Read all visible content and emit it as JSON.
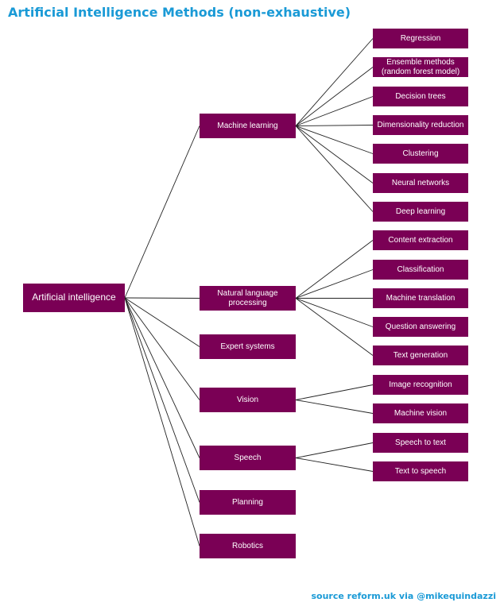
{
  "title": "Artificial Intelligence Methods (non-exhaustive)",
  "source": "source reform.uk via @mikequindazzi",
  "colors": {
    "node_fill": "#7a0055",
    "node_text": "#ffffff",
    "accent": "#1a9ad6",
    "edge": "#222222"
  },
  "root": {
    "label": "Artificial intelligence"
  },
  "branches": [
    {
      "label": "Machine learning",
      "children": [
        "Regression",
        "Ensemble methods\n(random forest model)",
        "Decision trees",
        "Dimensionality reduction",
        "Clustering",
        "Neural networks",
        "Deep learning"
      ]
    },
    {
      "label": "Natural language\nprocessing",
      "children": [
        "Content extraction",
        "Classification",
        "Machine translation",
        "Question answering",
        "Text generation"
      ]
    },
    {
      "label": "Expert systems",
      "children": []
    },
    {
      "label": "Vision",
      "children": [
        "Image recognition",
        "Machine vision"
      ]
    },
    {
      "label": "Speech",
      "children": [
        "Speech to text",
        "Text to speech"
      ]
    },
    {
      "label": "Planning",
      "children": []
    },
    {
      "label": "Robotics",
      "children": []
    }
  ]
}
